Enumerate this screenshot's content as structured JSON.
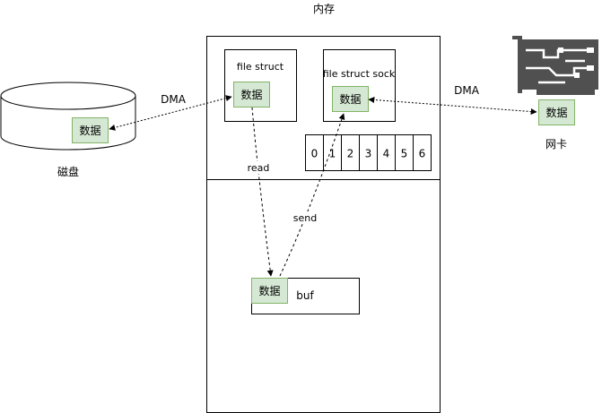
{
  "memory": {
    "title": "内存",
    "file_struct_label": "file struct",
    "file_struct_sock_label": "file struct sock",
    "buf_label": "buf",
    "fd_slots": [
      "0",
      "1",
      "2",
      "3",
      "4",
      "5",
      "6"
    ]
  },
  "disk": {
    "label": "磁盘"
  },
  "nic": {
    "label": "网卡"
  },
  "data_label": "数据",
  "edges": {
    "dma_disk": "DMA",
    "dma_nic": "DMA",
    "read": "read",
    "send": "send"
  },
  "colors": {
    "data_fill": "#d5e8d4",
    "data_stroke": "#82b366",
    "nic_icon": "#505050"
  }
}
